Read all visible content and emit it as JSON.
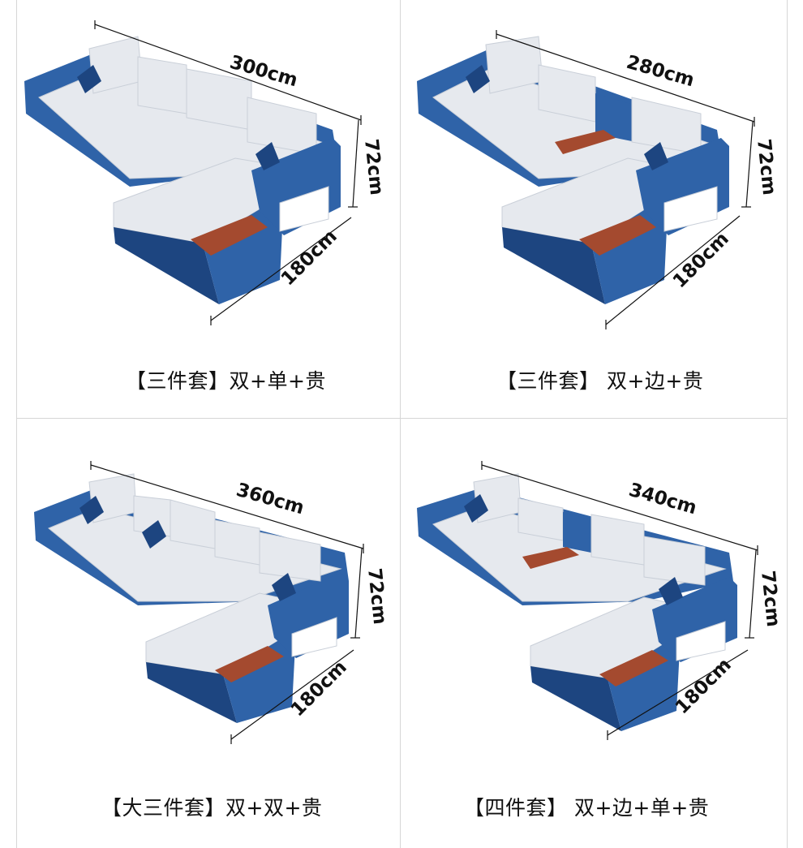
{
  "colors": {
    "blue": "#2f63a8",
    "blue_dark": "#1d4580",
    "leather": "#e6e9ee",
    "leather_shade": "#c9cfd8",
    "table_wood": "#a44a2f",
    "line": "#d6d6d6"
  },
  "cells": [
    {
      "width_label": "300cm",
      "height_label": "72cm",
      "depth_label": "180cm",
      "caption": "【三件套】双+单+贵"
    },
    {
      "width_label": "280cm",
      "height_label": "72cm",
      "depth_label": "180cm",
      "caption": "【三件套】 双+边+贵"
    },
    {
      "width_label": "360cm",
      "height_label": "72cm",
      "depth_label": "180cm",
      "caption": "【大三件套】双+双+贵"
    },
    {
      "width_label": "340cm",
      "height_label": "72cm",
      "depth_label": "180cm",
      "caption": "【四件套】 双+边+单+贵"
    }
  ]
}
